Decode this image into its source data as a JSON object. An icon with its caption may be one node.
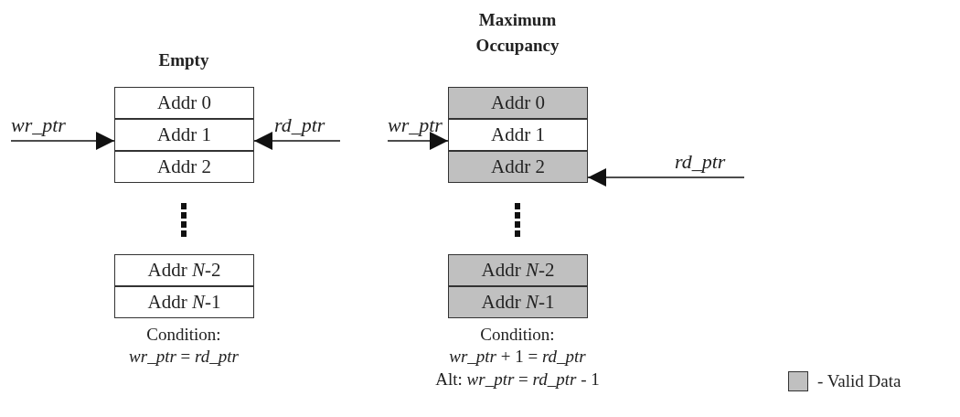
{
  "diagram": {
    "nodes": [
      {
        "text": [
          "wr_ptr"
        ]
      },
      {
        "text": [
          "Addr 0"
        ]
      },
      {
        "text": [
          "Addr 1"
        ]
      },
      {
        "text": [
          "Addr 2"
        ]
      },
      {
        "text": [
          "Addr *N*-2"
        ]
      },
      {
        "text": [
          "Addr *N*-1"
        ]
      },
      {
        "text": [
          "rd_ptr"
        ]
      },
      {
        "text": [
          "wr_ptr"
        ]
      },
      {
        "text": [
          "Addr 0"
        ]
      },
      {
        "text": [
          "Addr 1"
        ]
      },
      {
        "text": [
          "Addr 2"
        ]
      },
      {
        "text": [
          "Addr *N*-2"
        ]
      },
      {
        "text": [
          "Addr *N*-1"
        ]
      },
      {
        "text": [
          "rd_ptr"
        ]
      }
    ],
    "edges": [
      {
        "from": 0,
        "to": 2,
        "arrow": "to"
      },
      {
        "from": 6,
        "to": 2,
        "arrow": "to"
      },
      {
        "from": 7,
        "to": 9,
        "arrow": "to"
      },
      {
        "from": 13,
        "to": 10,
        "arrow": "to"
      }
    ],
    "labels": [
      "Maximum Occupancy",
      "Empty",
      "Condition:",
      "*wr_ptr* = *rd_ptr*",
      "Condition:",
      "*wr_ptr* + 1 = *rd_ptr*",
      "Alt: *wr_ptr* = *rd_ptr* - 1"
    ],
    "legend": [
      {
        "text": "- Valid Data",
        "color": "#c0c0c0"
      }
    ]
  }
}
